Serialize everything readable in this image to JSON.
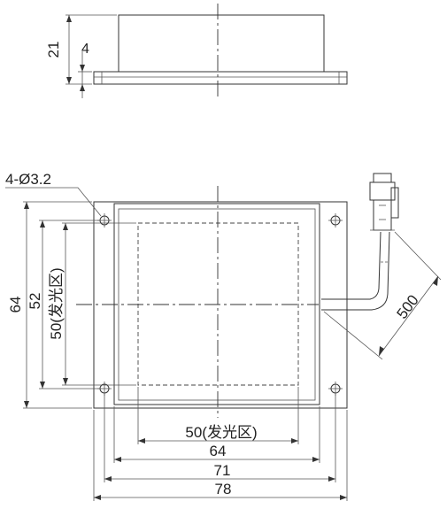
{
  "side_view": {
    "height_dim": "21",
    "flange_dim": "4"
  },
  "front_view": {
    "hole_callout": "4-Ø3.2",
    "height_outer": "64",
    "height_inner": "52",
    "height_emit": "50(发光区)",
    "width_emit": "50(发光区)",
    "width_inner": "64",
    "width_mid": "71",
    "width_outer": "78",
    "cable_length": "500"
  }
}
